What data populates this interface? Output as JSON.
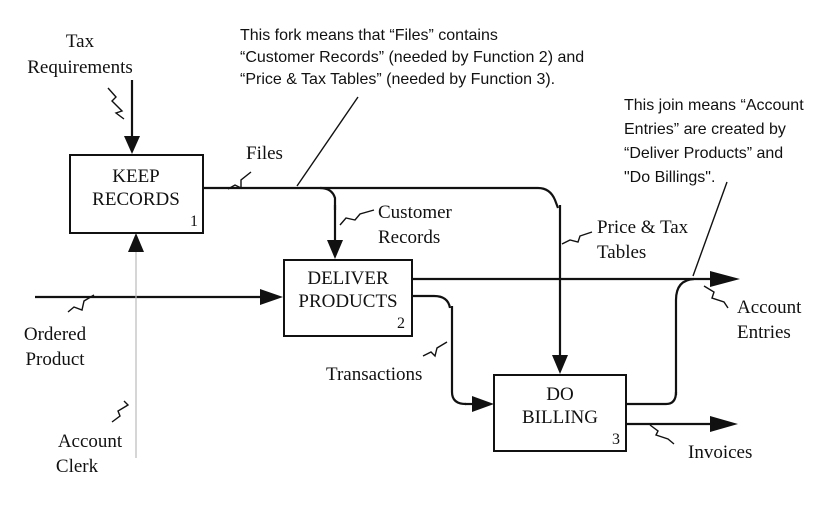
{
  "boxes": {
    "keep_records": {
      "line1": "KEEP",
      "line2": "RECORDS",
      "number": "1"
    },
    "deliver_products": {
      "line1": "DELIVER",
      "line2": "PRODUCTS",
      "number": "2"
    },
    "do_billing": {
      "line1": "DO",
      "line2": "BILLING",
      "number": "3"
    }
  },
  "arrows": {
    "tax_requirements": {
      "line1": "Tax",
      "line2": "Requirements"
    },
    "files": "Files",
    "customer_records": {
      "line1": "Customer",
      "line2": "Records"
    },
    "price_tax_tables": {
      "line1": "Price & Tax",
      "line2": "Tables"
    },
    "ordered_product": {
      "line1": "Ordered",
      "line2": "Product"
    },
    "account_entries": {
      "line1": "Account",
      "line2": "Entries"
    },
    "transactions": "Transactions",
    "account_clerk": {
      "line1": "Account",
      "line2": "Clerk"
    },
    "invoices": "Invoices"
  },
  "notes": {
    "fork": {
      "line1": "This fork means that “Files” contains",
      "line2": "“Customer Records” (needed by  Function 2) and",
      "line3": "“Price & Tax Tables” (needed by Function 3)."
    },
    "join": {
      "line1": "This join means “Account",
      "line2": "Entries” are created by",
      "line3": "“Deliver Products” and",
      "line4": "\"Do Billings\"."
    }
  }
}
